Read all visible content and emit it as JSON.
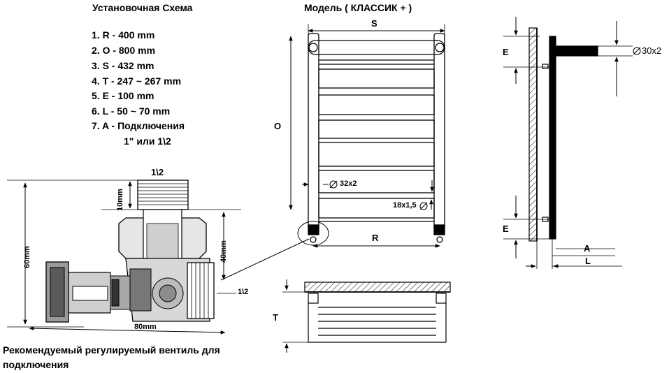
{
  "title": "Установочная Схема",
  "model_title": "Модель   ( КЛАССИК + )",
  "specs": [
    "1. R - 400 mm",
    "2. O - 800 mm",
    "3. S - 432 mm",
    "4. T - 247 ~ 267 mm",
    "5. E - 100 mm",
    "6. L - 50 ~ 70 mm",
    "7. A - Подключения",
    "1\" или 1\\2"
  ],
  "valve": {
    "top_label": "1\\2",
    "dim_10": "10mm",
    "dim_40": "40mm",
    "dim_60": "60mm",
    "dim_80": "80mm",
    "side_label": "1\\2"
  },
  "front": {
    "S": "S",
    "O": "O",
    "R": "R",
    "pipe_label": "32x2",
    "bar_label": "18x1,5"
  },
  "side": {
    "E_top": "E",
    "E_bottom": "E",
    "A": "A",
    "L": "L",
    "bracket": "30x2"
  },
  "top_view": {
    "T": "T"
  },
  "caption": "Рекомендуемый регулируемый вентиль для подключения",
  "colors": {
    "line": "#000000",
    "fill": "#ffffff"
  }
}
